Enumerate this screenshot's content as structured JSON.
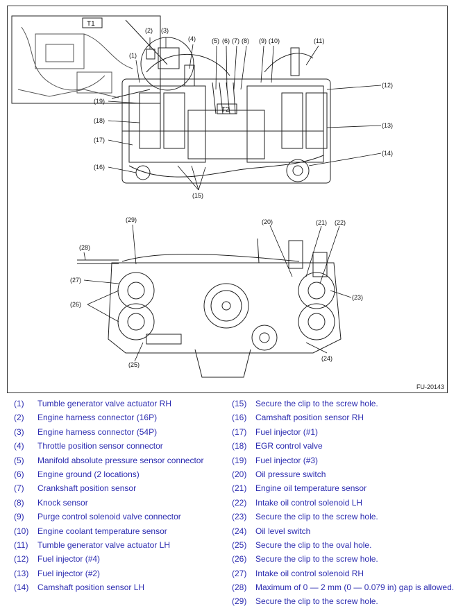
{
  "figure": {
    "code": "FU-20143",
    "detail_tags": [
      "T1",
      "T2"
    ],
    "callouts": [
      "(1)",
      "(2)",
      "(3)",
      "(4)",
      "(5)",
      "(6)",
      "(7)",
      "(8)",
      "(9)",
      "(10)",
      "(11)",
      "(12)",
      "(13)",
      "(14)",
      "(15)",
      "(16)",
      "(17)",
      "(18)",
      "(19)",
      "(20)",
      "(21)",
      "(22)",
      "(23)",
      "(24)",
      "(25)",
      "(26)",
      "(27)",
      "(28)",
      "(29)"
    ]
  },
  "legend_left": [
    {
      "num": "(1)",
      "text": "Tumble generator valve actuator RH"
    },
    {
      "num": "(2)",
      "text": "Engine harness connector (16P)"
    },
    {
      "num": "(3)",
      "text": "Engine harness connector (54P)"
    },
    {
      "num": "(4)",
      "text": "Throttle position sensor connector"
    },
    {
      "num": "(5)",
      "text": "Manifold absolute pressure sensor connector"
    },
    {
      "num": "(6)",
      "text": "Engine ground (2 locations)"
    },
    {
      "num": "(7)",
      "text": "Crankshaft position sensor"
    },
    {
      "num": "(8)",
      "text": "Knock sensor"
    },
    {
      "num": "(9)",
      "text": "Purge control solenoid valve connector"
    },
    {
      "num": "(10)",
      "text": "Engine coolant temperature sensor"
    },
    {
      "num": "(11)",
      "text": "Tumble generator valve actuator LH"
    },
    {
      "num": "(12)",
      "text": "Fuel injector (#4)"
    },
    {
      "num": "(13)",
      "text": "Fuel injector (#2)"
    },
    {
      "num": "(14)",
      "text": "Camshaft position sensor LH"
    }
  ],
  "legend_right": [
    {
      "num": "(15)",
      "text": "Secure the clip to the screw hole."
    },
    {
      "num": "(16)",
      "text": "Camshaft position sensor RH"
    },
    {
      "num": "(17)",
      "text": "Fuel injector (#1)"
    },
    {
      "num": "(18)",
      "text": "EGR control valve"
    },
    {
      "num": "(19)",
      "text": "Fuel injector (#3)"
    },
    {
      "num": "(20)",
      "text": "Oil pressure switch"
    },
    {
      "num": "(21)",
      "text": "Engine oil temperature sensor"
    },
    {
      "num": "(22)",
      "text": "Intake oil control solenoid LH"
    },
    {
      "num": "(23)",
      "text": "Secure the clip to the screw hole."
    },
    {
      "num": "(24)",
      "text": "Oil level switch"
    },
    {
      "num": "(25)",
      "text": "Secure the clip to the oval hole."
    },
    {
      "num": "(26)",
      "text": "Secure the clip to the screw hole."
    },
    {
      "num": "(27)",
      "text": "Intake oil control solenoid RH"
    },
    {
      "num": "(28)",
      "text": "Maximum of 0 — 2 mm (0 — 0.079 in) gap is allowed."
    },
    {
      "num": "(29)",
      "text": "Secure the clip to the screw hole."
    }
  ]
}
